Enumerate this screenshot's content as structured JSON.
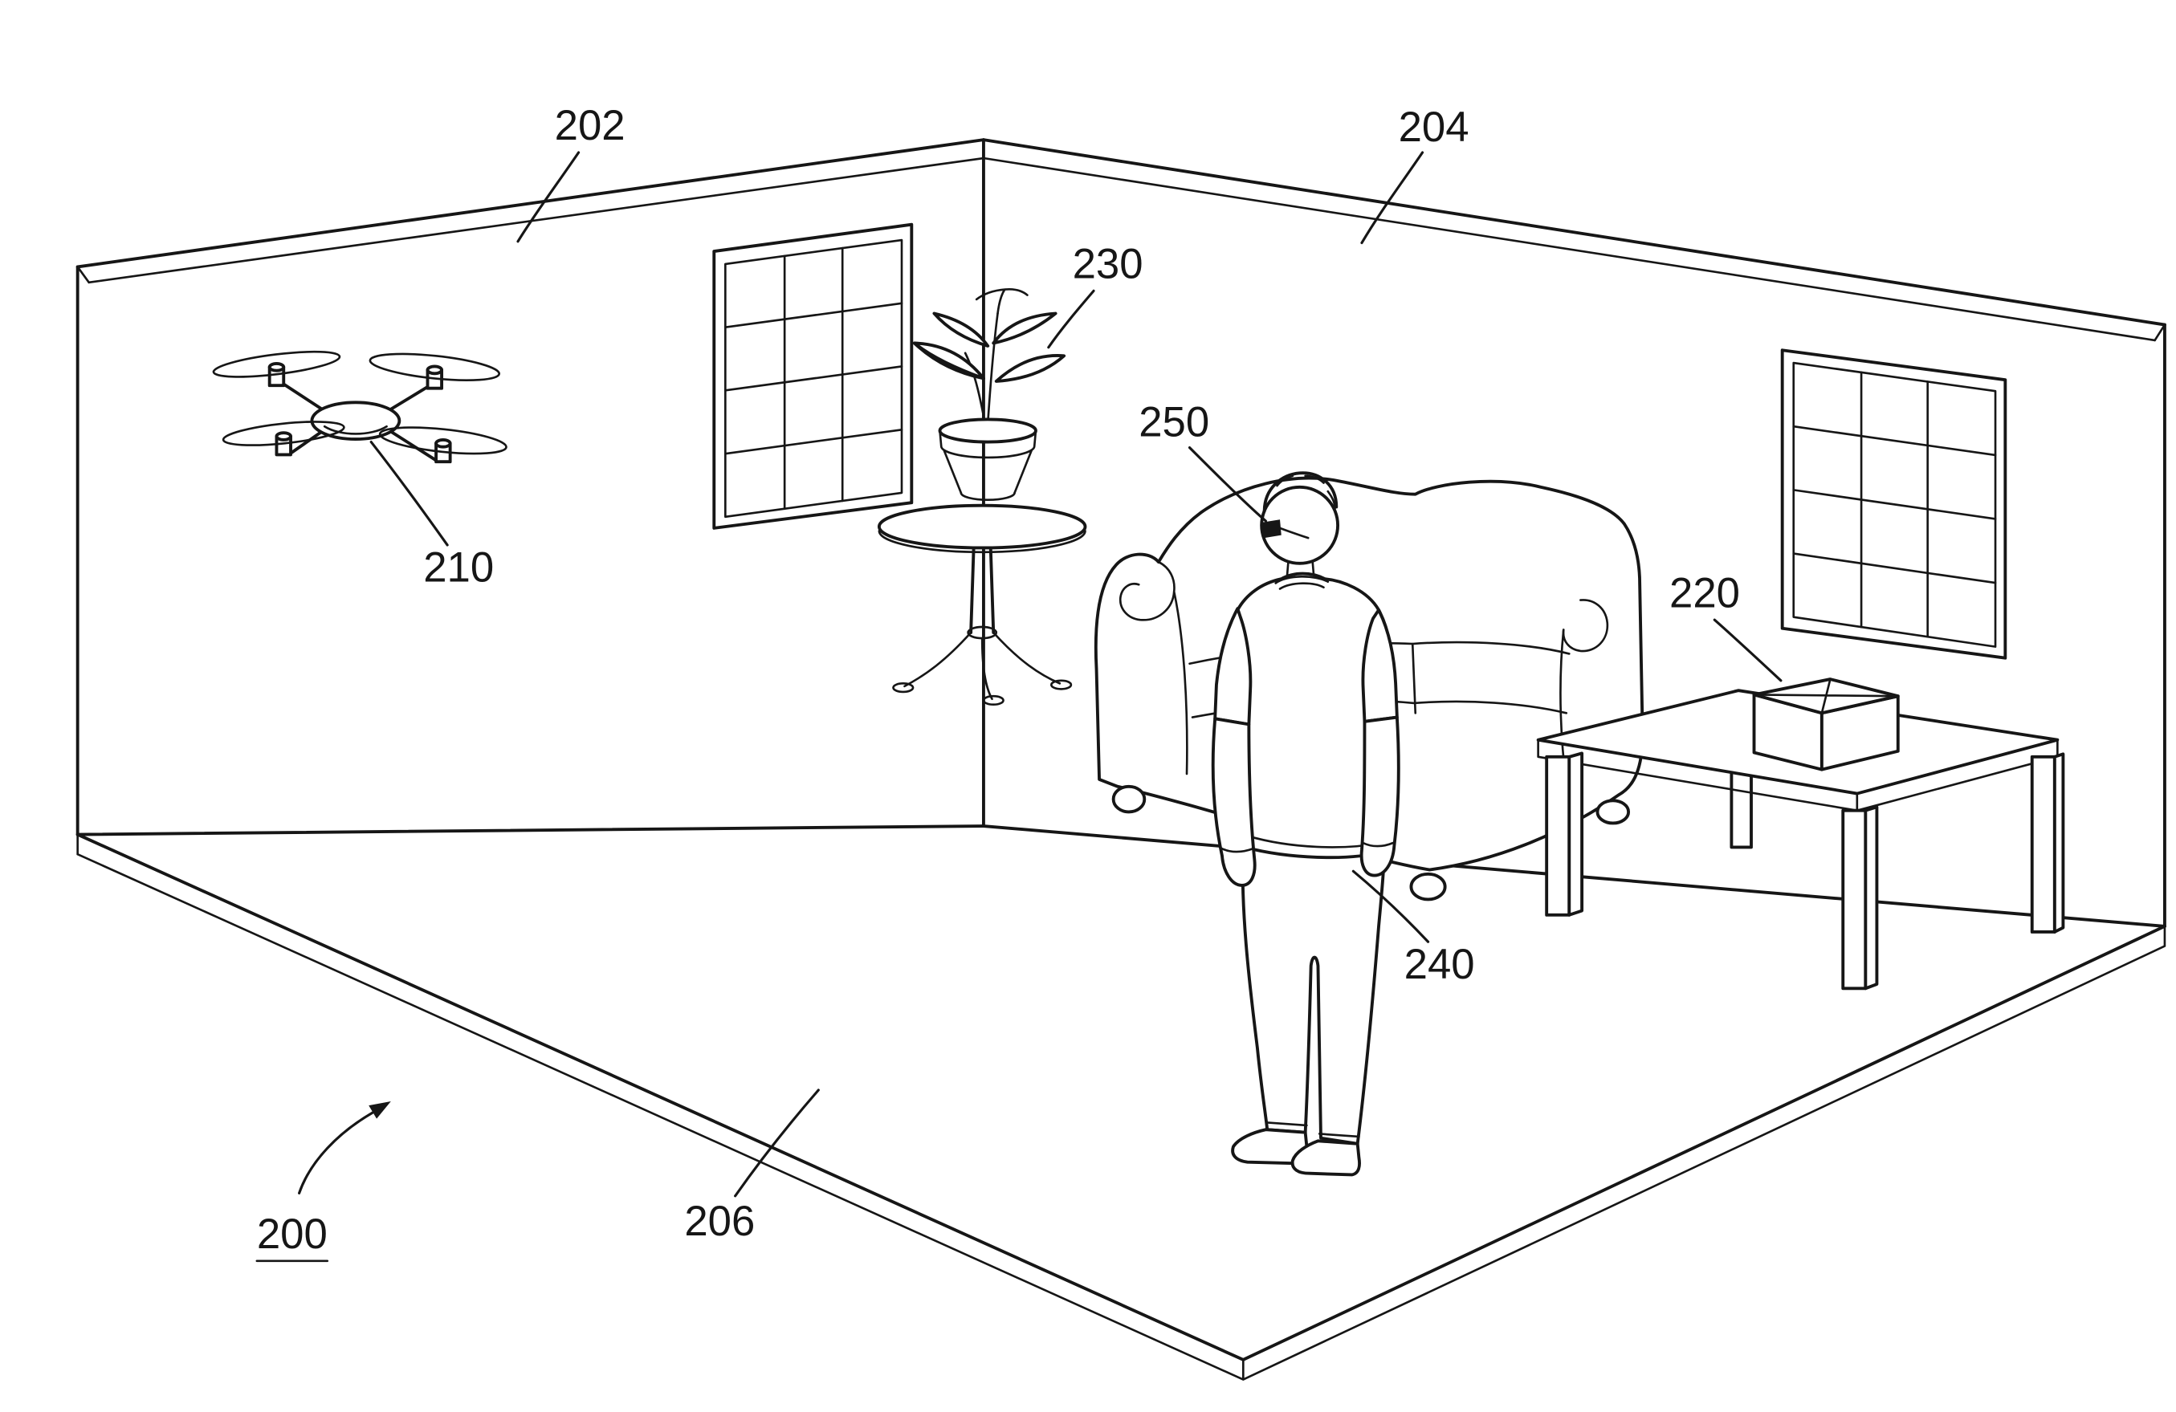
{
  "figure": {
    "labels": {
      "room": "200",
      "left_wall": "202",
      "right_wall": "204",
      "floor": "206",
      "drone": "210",
      "package": "220",
      "plant": "230",
      "person": "240",
      "eyewear": "250"
    },
    "colors": {
      "background": "#ffffff",
      "ink": "#161616"
    }
  }
}
